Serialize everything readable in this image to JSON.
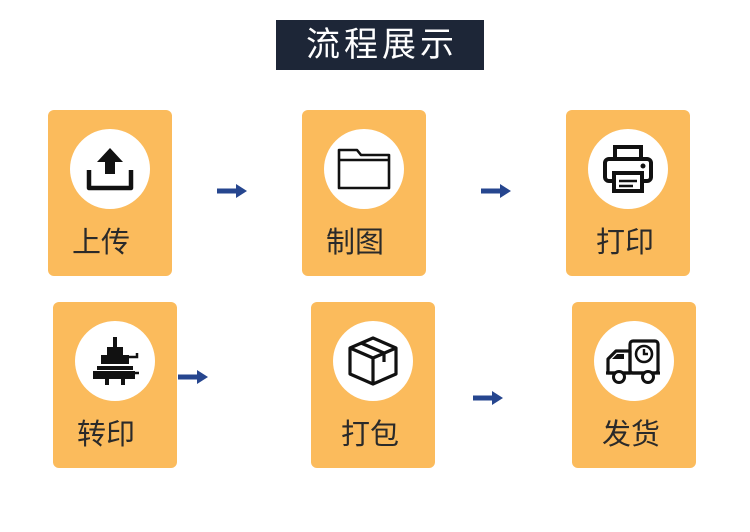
{
  "title": "流程展示",
  "colors": {
    "card": "#fbbb5c",
    "title_bg": "#1d2637",
    "arrow": "#26468f"
  },
  "steps": [
    {
      "label": "上传",
      "icon": "upload-icon"
    },
    {
      "label": "制图",
      "icon": "folder-icon"
    },
    {
      "label": "打印",
      "icon": "printer-icon"
    },
    {
      "label": "转印",
      "icon": "heat-press-icon"
    },
    {
      "label": "打包",
      "icon": "package-box-icon"
    },
    {
      "label": "发货",
      "icon": "delivery-truck-icon"
    }
  ]
}
